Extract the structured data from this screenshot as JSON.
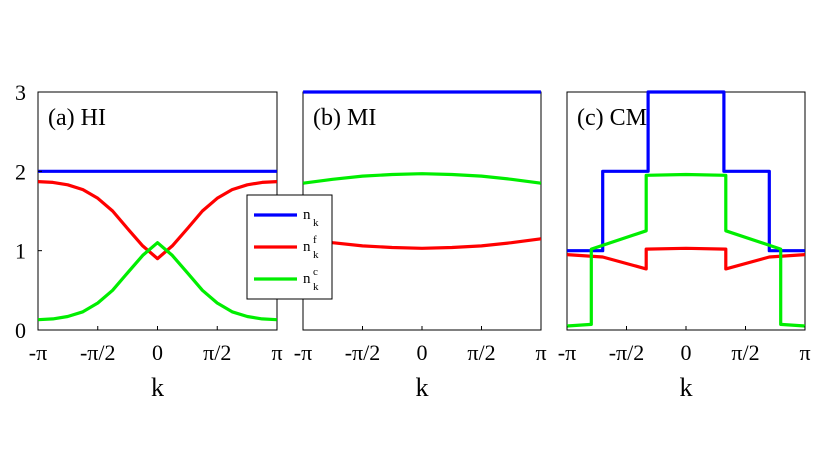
{
  "chart_data": [
    {
      "type": "line",
      "panel": "a",
      "title": "(a) HI",
      "xlabel": "k",
      "x_ticks": [
        "-π",
        "-π/2",
        "0",
        "π/2",
        "π"
      ],
      "y_ticks": [
        "0",
        "1",
        "2",
        "3"
      ],
      "xlim": [
        -3.1416,
        3.1416
      ],
      "ylim": [
        0,
        3
      ],
      "series": [
        {
          "key": "n",
          "color": "#0000ff",
          "x": [
            -3.14,
            3.14
          ],
          "y": [
            2.0,
            2.0
          ]
        },
        {
          "key": "nf",
          "color": "#ff0000",
          "x": [
            -3.14,
            -2.75,
            -2.36,
            -1.96,
            -1.57,
            -1.18,
            -0.79,
            -0.39,
            0.0,
            0.39,
            0.79,
            1.18,
            1.57,
            1.96,
            2.36,
            2.75,
            3.14
          ],
          "y": [
            1.87,
            1.86,
            1.83,
            1.77,
            1.66,
            1.5,
            1.28,
            1.06,
            0.9,
            1.06,
            1.28,
            1.5,
            1.66,
            1.77,
            1.83,
            1.86,
            1.87
          ]
        },
        {
          "key": "nc",
          "color": "#00ee00",
          "x": [
            -3.14,
            -2.75,
            -2.36,
            -1.96,
            -1.57,
            -1.18,
            -0.79,
            -0.39,
            0.0,
            0.39,
            0.79,
            1.18,
            1.57,
            1.96,
            2.36,
            2.75,
            3.14
          ],
          "y": [
            0.13,
            0.14,
            0.17,
            0.23,
            0.34,
            0.5,
            0.72,
            0.94,
            1.1,
            0.94,
            0.72,
            0.5,
            0.34,
            0.23,
            0.17,
            0.14,
            0.13
          ]
        }
      ]
    },
    {
      "type": "line",
      "panel": "b",
      "title": "(b) MI",
      "xlabel": "k",
      "x_ticks": [
        "-π",
        "-π/2",
        "0",
        "π/2",
        "π"
      ],
      "xlim": [
        -3.1416,
        3.1416
      ],
      "ylim": [
        0,
        3
      ],
      "series": [
        {
          "key": "n",
          "color": "#0000ff",
          "x": [
            -3.14,
            3.14
          ],
          "y": [
            3.0,
            3.0
          ]
        },
        {
          "key": "nf",
          "color": "#ff0000",
          "x": [
            -3.14,
            -2.36,
            -1.57,
            -0.79,
            0.0,
            0.79,
            1.57,
            2.36,
            3.14
          ],
          "y": [
            1.15,
            1.1,
            1.06,
            1.04,
            1.03,
            1.04,
            1.06,
            1.1,
            1.15
          ]
        },
        {
          "key": "nc",
          "color": "#00ee00",
          "x": [
            -3.14,
            -2.36,
            -1.57,
            -0.79,
            0.0,
            0.79,
            1.57,
            2.36,
            3.14
          ],
          "y": [
            1.85,
            1.9,
            1.94,
            1.96,
            1.97,
            1.96,
            1.94,
            1.9,
            1.85
          ]
        }
      ]
    },
    {
      "type": "line",
      "panel": "c",
      "title": "(c) CM",
      "xlabel": "k",
      "x_ticks": [
        "-π",
        "-π/2",
        "0",
        "π/2",
        "π"
      ],
      "xlim": [
        -3.1416,
        3.1416
      ],
      "ylim": [
        0,
        3
      ],
      "series": [
        {
          "key": "n",
          "color": "#0000ff",
          "x": [
            -3.14,
            -2.2,
            -2.2,
            -1.0,
            -1.0,
            1.0,
            1.0,
            2.2,
            2.2,
            3.14
          ],
          "y": [
            1.0,
            1.0,
            2.0,
            2.0,
            3.0,
            3.0,
            2.0,
            2.0,
            1.0,
            1.0
          ]
        },
        {
          "key": "nf",
          "color": "#ff0000",
          "x": [
            -3.14,
            -2.2,
            -1.05,
            -1.05,
            0.0,
            1.05,
            1.05,
            2.2,
            3.14
          ],
          "y": [
            0.95,
            0.92,
            0.77,
            1.02,
            1.03,
            1.02,
            0.77,
            0.92,
            0.95
          ]
        },
        {
          "key": "nc",
          "color": "#00ee00",
          "x": [
            -3.14,
            -2.5,
            -2.5,
            -1.05,
            -1.05,
            0.0,
            1.05,
            1.05,
            2.5,
            2.5,
            3.14
          ],
          "y": [
            0.05,
            0.07,
            1.02,
            1.25,
            1.95,
            1.96,
            1.95,
            1.25,
            1.02,
            0.07,
            0.05
          ]
        }
      ]
    }
  ],
  "legend": {
    "entries": [
      {
        "key": "n",
        "base": "n",
        "sup": "",
        "sub": "k",
        "color": "#0000ff"
      },
      {
        "key": "nf",
        "base": "n",
        "sup": "f",
        "sub": "k",
        "color": "#ff0000"
      },
      {
        "key": "nc",
        "base": "n",
        "sup": "c",
        "sub": "k",
        "color": "#00ee00"
      }
    ]
  }
}
